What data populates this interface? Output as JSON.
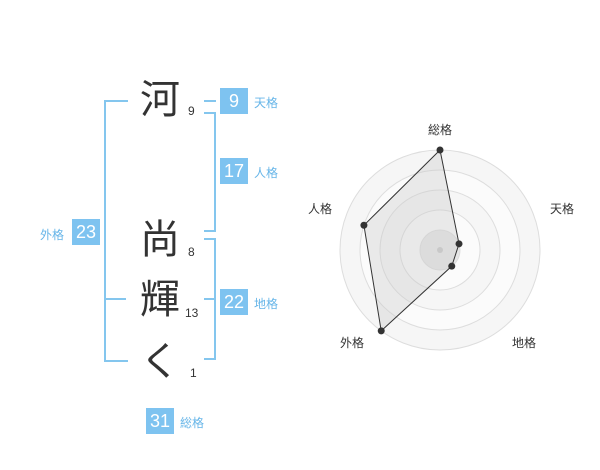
{
  "name": {
    "chars": [
      {
        "char": "河",
        "strokes": "9"
      },
      {
        "char": "尚",
        "strokes": "8"
      },
      {
        "char": "輝",
        "strokes": "13"
      },
      {
        "char": "く",
        "strokes": "1"
      }
    ]
  },
  "kakusu": {
    "tenkaku": {
      "value": "9",
      "label": "天格"
    },
    "jinkaku": {
      "value": "17",
      "label": "人格"
    },
    "chikaku": {
      "value": "22",
      "label": "地格"
    },
    "gaikaku": {
      "value": "23",
      "label": "外格"
    },
    "soukaku": {
      "value": "31",
      "label": "総格"
    }
  },
  "colors": {
    "accent": "#7ec3f0",
    "bracket": "#84c6ee",
    "label": "#66b5e8",
    "text": "#333333"
  },
  "chart_data": {
    "type": "radar",
    "axes": [
      "総格",
      "天格",
      "地格",
      "外格",
      "人格"
    ],
    "values": [
      5,
      1,
      1,
      5,
      4
    ],
    "max": 5,
    "rings": 5
  }
}
